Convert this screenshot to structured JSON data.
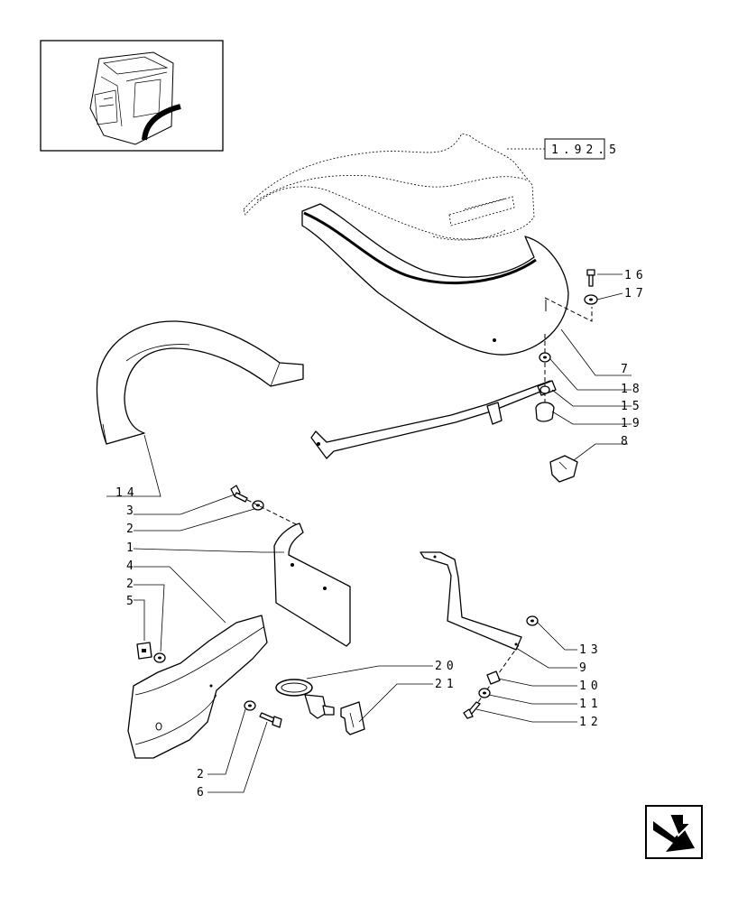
{
  "reference": "1.92.5",
  "callouts": [
    {
      "id": "c16",
      "label": "16"
    },
    {
      "id": "c17",
      "label": "17"
    },
    {
      "id": "c7",
      "label": "7"
    },
    {
      "id": "c18",
      "label": "18"
    },
    {
      "id": "c15",
      "label": "15"
    },
    {
      "id": "c19",
      "label": "19"
    },
    {
      "id": "c8",
      "label": "8"
    },
    {
      "id": "c14",
      "label": "14"
    },
    {
      "id": "c3",
      "label": "3"
    },
    {
      "id": "c2a",
      "label": "2"
    },
    {
      "id": "c1",
      "label": "1"
    },
    {
      "id": "c4",
      "label": "4"
    },
    {
      "id": "c2b",
      "label": "2"
    },
    {
      "id": "c5",
      "label": "5"
    },
    {
      "id": "c20",
      "label": "20"
    },
    {
      "id": "c21",
      "label": "21"
    },
    {
      "id": "c13",
      "label": "13"
    },
    {
      "id": "c9",
      "label": "9"
    },
    {
      "id": "c10",
      "label": "10"
    },
    {
      "id": "c11",
      "label": "11"
    },
    {
      "id": "c12",
      "label": "12"
    },
    {
      "id": "c2c",
      "label": "2"
    },
    {
      "id": "c6",
      "label": "6"
    }
  ]
}
